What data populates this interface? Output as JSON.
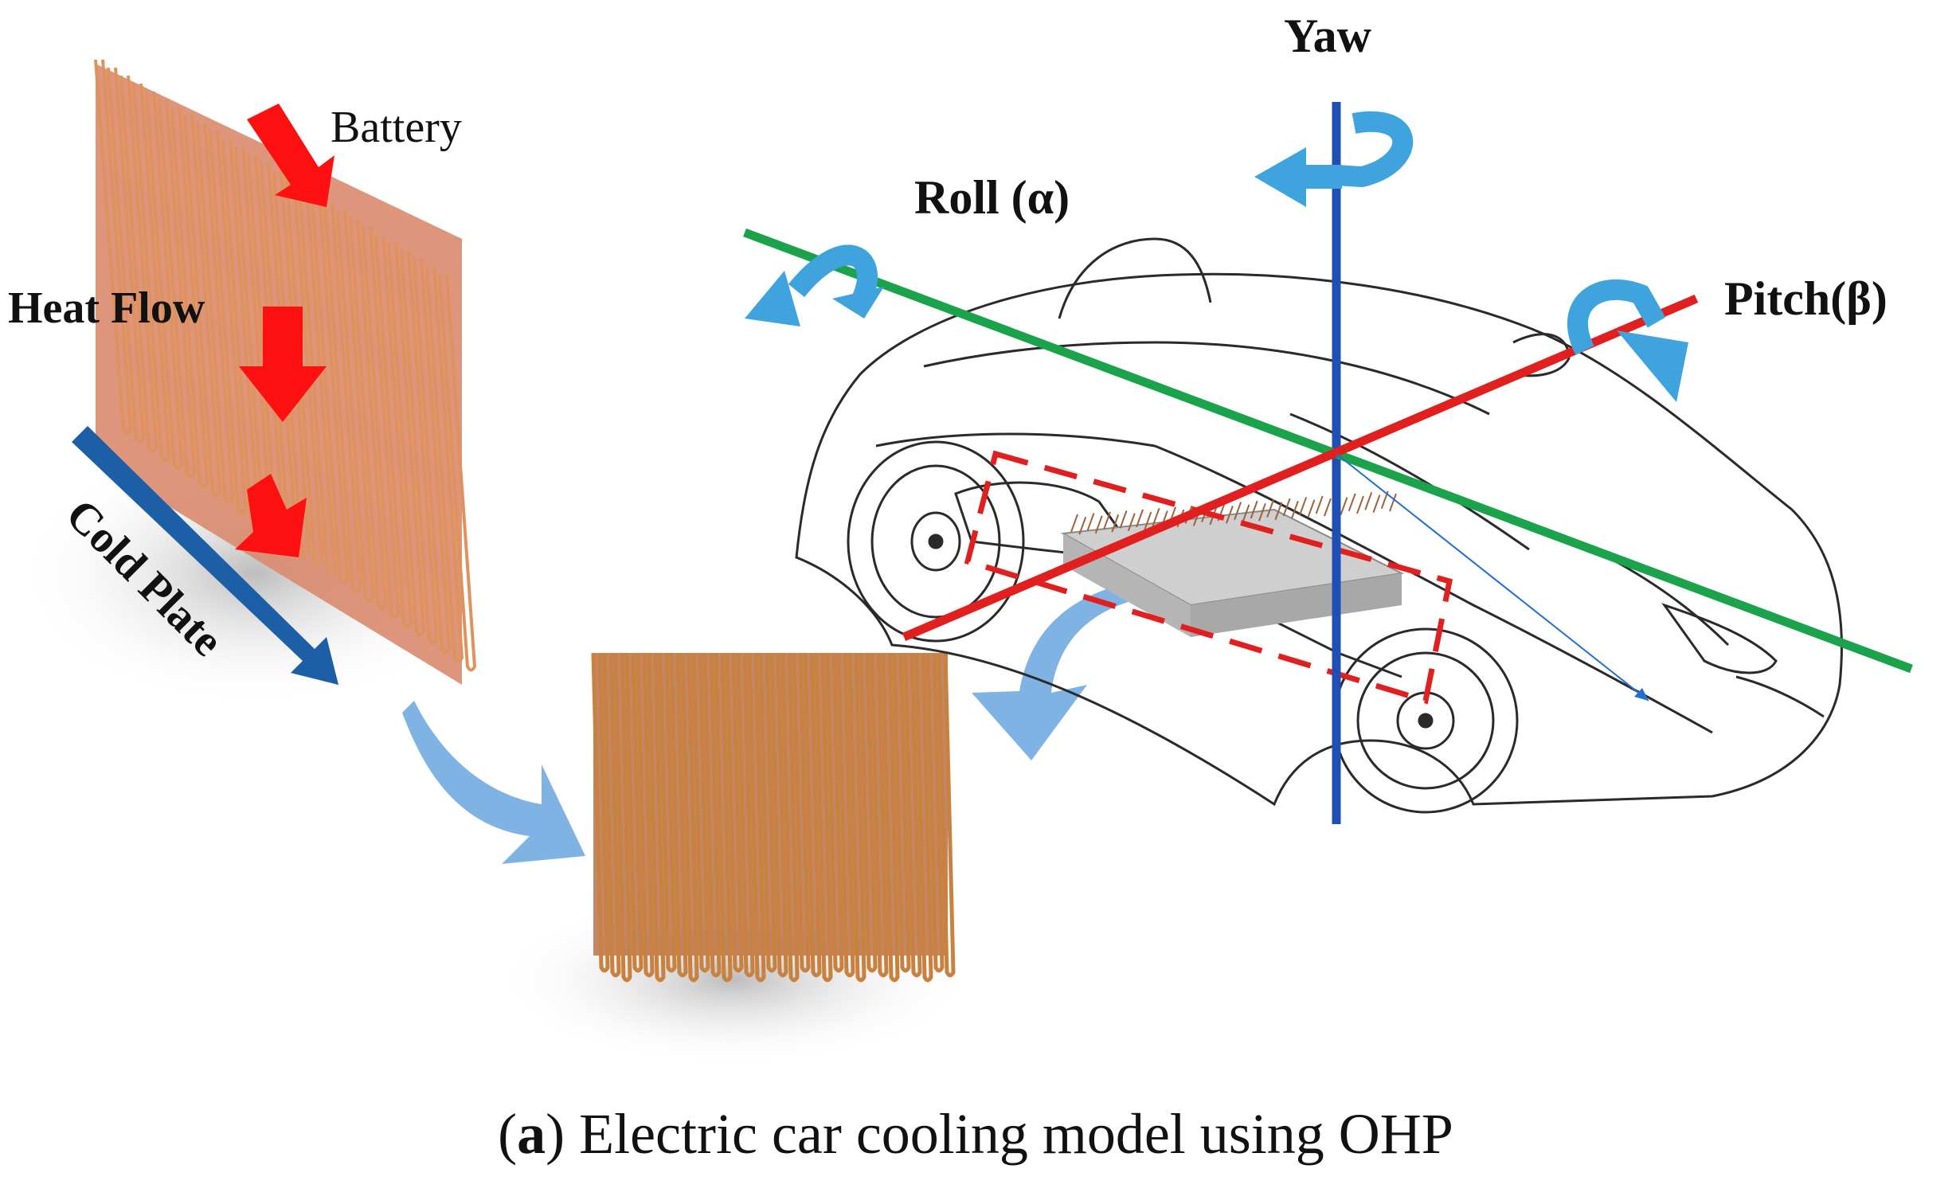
{
  "labels": {
    "battery": "Battery",
    "heat_flow": "Heat Flow",
    "cold_plate": "Cold Plate",
    "yaw": "Yaw",
    "roll": "Roll (α)",
    "pitch": "Pitch(β)"
  },
  "caption": {
    "letter": "a",
    "text": ") Electric car cooling model using OHP",
    "open": "("
  },
  "colors": {
    "yaw_axis": "#1f4fb5",
    "roll_axis": "#1aa34a",
    "pitch_axis": "#e11f1f",
    "rotation_arrow": "#3fa4dd",
    "heat_arrow": "#ff1010",
    "cold_plate_arrow": "#1d5fa6",
    "transfer_arrow": "#7fb3e3",
    "copper": "#c8713f",
    "battery_box": "#e11f1f"
  }
}
